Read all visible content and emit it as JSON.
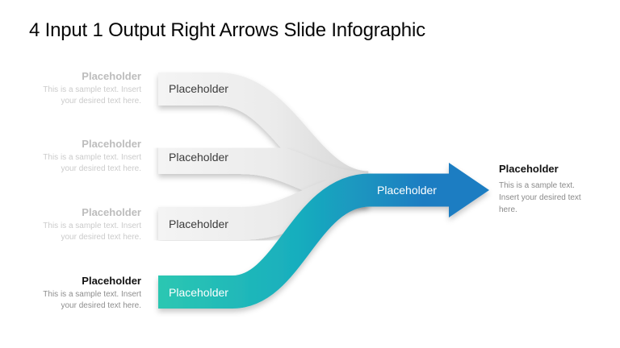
{
  "slide": {
    "title": "4 Input 1 Output Right Arrows Slide Infographic",
    "inputs": [
      {
        "heading": "Placeholder",
        "body": "This is a sample text. Insert your desired text here.",
        "band_label": "Placeholder",
        "highlighted": false
      },
      {
        "heading": "Placeholder",
        "body": "This is a sample text. Insert your desired text here.",
        "band_label": "Placeholder",
        "highlighted": false
      },
      {
        "heading": "Placeholder",
        "body": "This is a sample text. Insert your desired text here.",
        "band_label": "Placeholder",
        "highlighted": false
      },
      {
        "heading": "Placeholder",
        "body": "This is a sample text. Insert your desired text here.",
        "band_label": "Placeholder",
        "highlighted": true
      }
    ],
    "output": {
      "band_label": "Placeholder",
      "heading": "Placeholder",
      "body": "This is a sample text. Insert your desired text here."
    },
    "colors": {
      "teal_start": "#2cc7b2",
      "teal_mid": "#18aebe",
      "blue_end": "#1d7dc2",
      "gray_light": "#f4f4f4",
      "gray_mid": "#ebebeb",
      "gray_dark": "#d5d5d5"
    }
  }
}
